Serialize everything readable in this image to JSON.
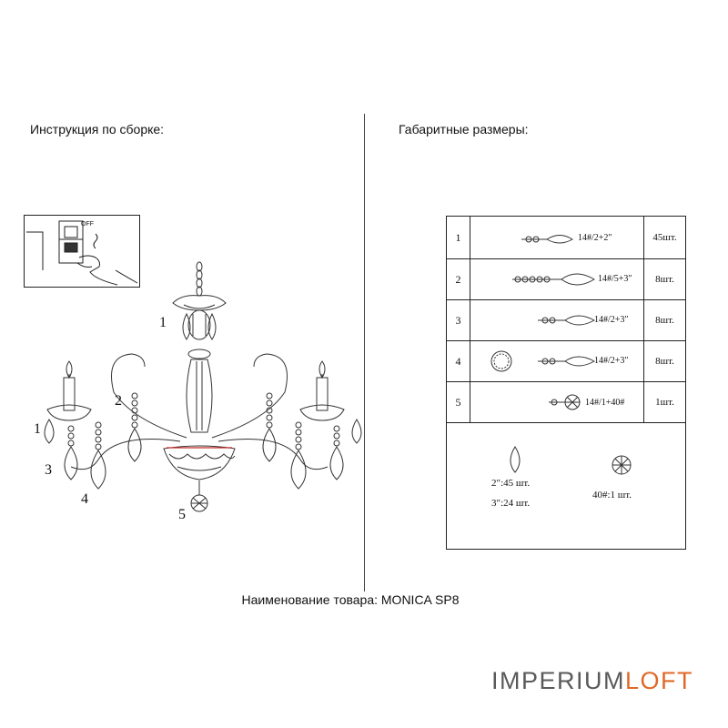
{
  "headings": {
    "assembly": "Инструкция по сборке:",
    "dimensions": "Габаритные размеры:"
  },
  "product_label": "Наименование товара: MONICA SP8",
  "brand": {
    "imperium": "IMPERIUM",
    "loft": "LOFT",
    "accent_color": "#e0692a"
  },
  "switch_label": "OFF",
  "callouts": [
    "1",
    "2",
    "1",
    "3",
    "4",
    "5"
  ],
  "parts": [
    {
      "num": "1",
      "spec": "14#/2+2″",
      "qty": "45шт."
    },
    {
      "num": "2",
      "spec": "14#/5+3″",
      "qty": "8шт."
    },
    {
      "num": "3",
      "spec": "14#/2+3″",
      "qty": "8шт."
    },
    {
      "num": "4",
      "spec": "14#/2+3″",
      "qty": "8шт."
    },
    {
      "num": "5",
      "spec": "14#/1+40#",
      "qty": "1шт."
    }
  ],
  "legend": {
    "drop_2": "2″:45 шт.",
    "drop_3": "3″:24 шт.",
    "ball": "40#:1 шт."
  }
}
